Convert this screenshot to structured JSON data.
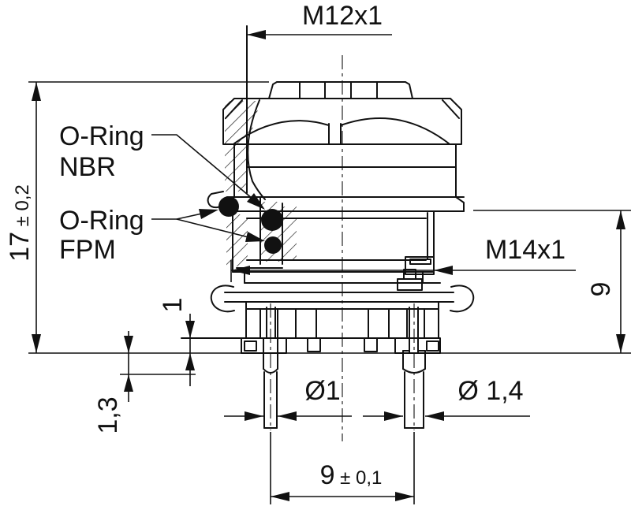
{
  "drawing": {
    "labels": {
      "thread_top": "M12x1",
      "thread_side": "M14x1",
      "oring1_line1": "O-Ring",
      "oring1_line2": "NBR",
      "oring2_line1": "O-Ring",
      "oring2_line2": "FPM"
    },
    "dims": {
      "total_height_value": "17",
      "total_height_tol": " ± 0,2",
      "flange_height": "9",
      "standoff_height": "1",
      "pin_step": "1,3",
      "pin_dia_small": "Ø1",
      "pin_dia_large": "Ø 1,4",
      "pin_spacing_value": "9",
      "pin_spacing_tol": " ± 0,1"
    },
    "colors": {
      "line": "#111111",
      "background": "#ffffff"
    }
  }
}
